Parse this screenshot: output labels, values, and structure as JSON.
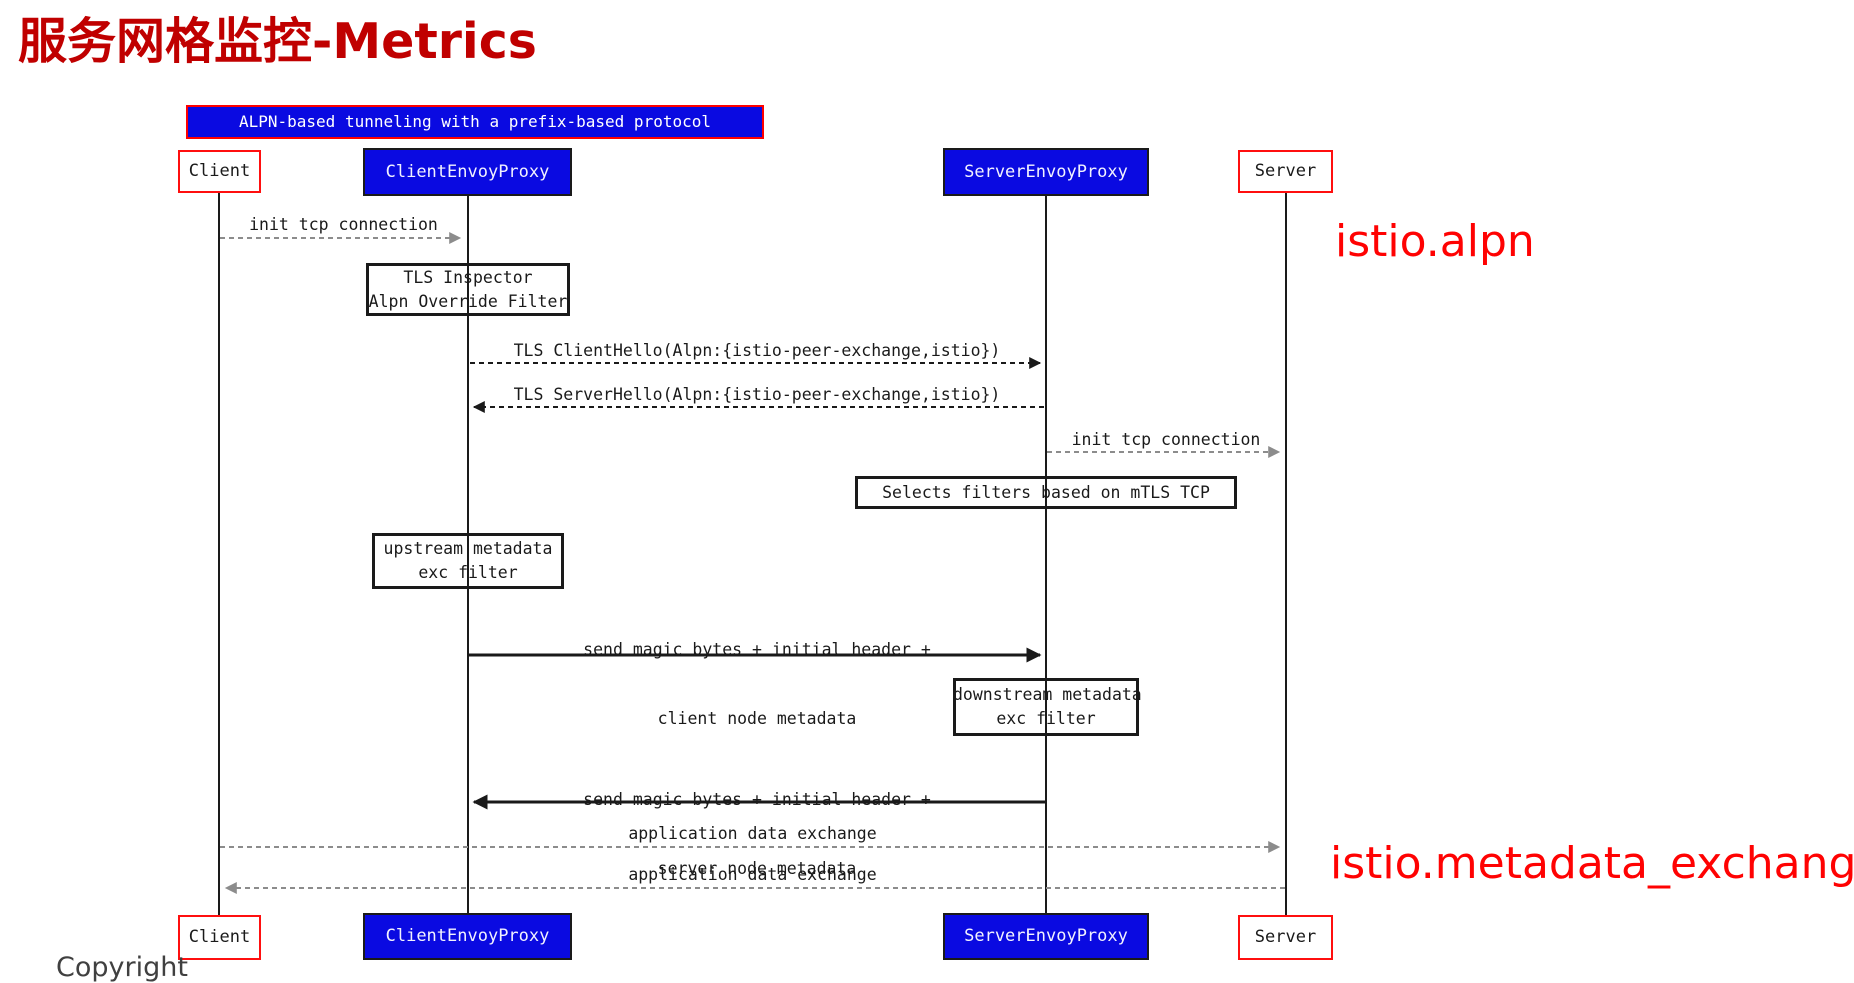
{
  "page": {
    "title": "服务网格监控-Metrics",
    "footer": "Copyright"
  },
  "annotations": {
    "alpn": "istio.alpn",
    "metadata_exchange": "istio.metadata_exchange"
  },
  "diagram": {
    "header": "ALPN-based tunneling with a prefix-based protocol",
    "actors": {
      "client": "Client",
      "client_envoy": "ClientEnvoyProxy",
      "server_envoy": "ServerEnvoyProxy",
      "server": "Server"
    },
    "messages": {
      "init_tcp_left": "init tcp connection",
      "tls_client_hello": "TLS ClientHello(Alpn:{istio-peer-exchange,istio})",
      "tls_server_hello": "TLS ServerHello(Alpn:{istio-peer-exchange,istio})",
      "init_tcp_right": "init tcp connection",
      "send_magic_client_line1": "send magic bytes + initial header +",
      "send_magic_client_line2": "client node metadata",
      "send_magic_server_line1": "send magic bytes + initial header +",
      "send_magic_server_line2": "server node metadata",
      "app_data_exchange_1": "application data exchange",
      "app_data_exchange_2": "application data exchange"
    },
    "notes": {
      "tls_inspector_line1": "TLS Inspector",
      "tls_inspector_line2": "Alpn Override Filter",
      "selects_filters": "Selects filters based on mTLS TCP",
      "upstream_line1": "upstream metadata",
      "upstream_line2": "exc filter",
      "downstream_line1": "downstream metadata",
      "downstream_line2": "exc filter"
    }
  },
  "colors": {
    "title_red": "#c00000",
    "annotation_red": "#ff0202",
    "box_blue": "#0a0ae1",
    "border_red": "#ff0f0f",
    "arrow_gray": "#8c8c8c",
    "ink_black": "#1a1a1a"
  }
}
